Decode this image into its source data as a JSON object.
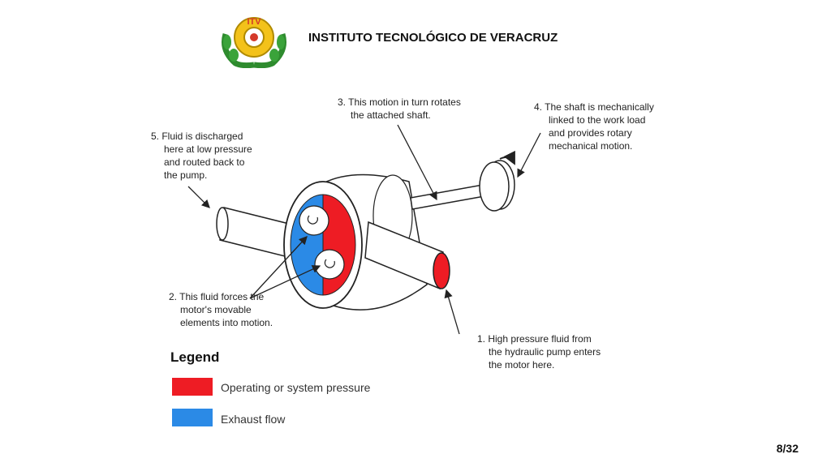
{
  "header": {
    "institution": "INSTITUTO TECNOLÓGICO DE VERACRUZ",
    "logo_letters": "ITV"
  },
  "diagram": {
    "callout_1": [
      "1. High pressure fluid from",
      "the hydraulic pump enters",
      "the motor here."
    ],
    "callout_2": [
      "2. This fluid forces the",
      "motor's movable",
      "elements into motion."
    ],
    "callout_3": [
      "3. This motion in turn rotates",
      "the attached shaft."
    ],
    "callout_4": [
      "4. The shaft is mechanically",
      "linked to the work load",
      "and provides rotary",
      "mechanical motion."
    ],
    "callout_5": [
      "5. Fluid is discharged",
      "here at low pressure",
      "and routed back to",
      "the pump."
    ]
  },
  "legend": {
    "title": "Legend",
    "items": [
      {
        "label": "Operating or system pressure",
        "color": "#ee1c24"
      },
      {
        "label": "Exhaust flow",
        "color": "#2b8ae6"
      }
    ]
  },
  "footer": {
    "page": "8/32"
  }
}
